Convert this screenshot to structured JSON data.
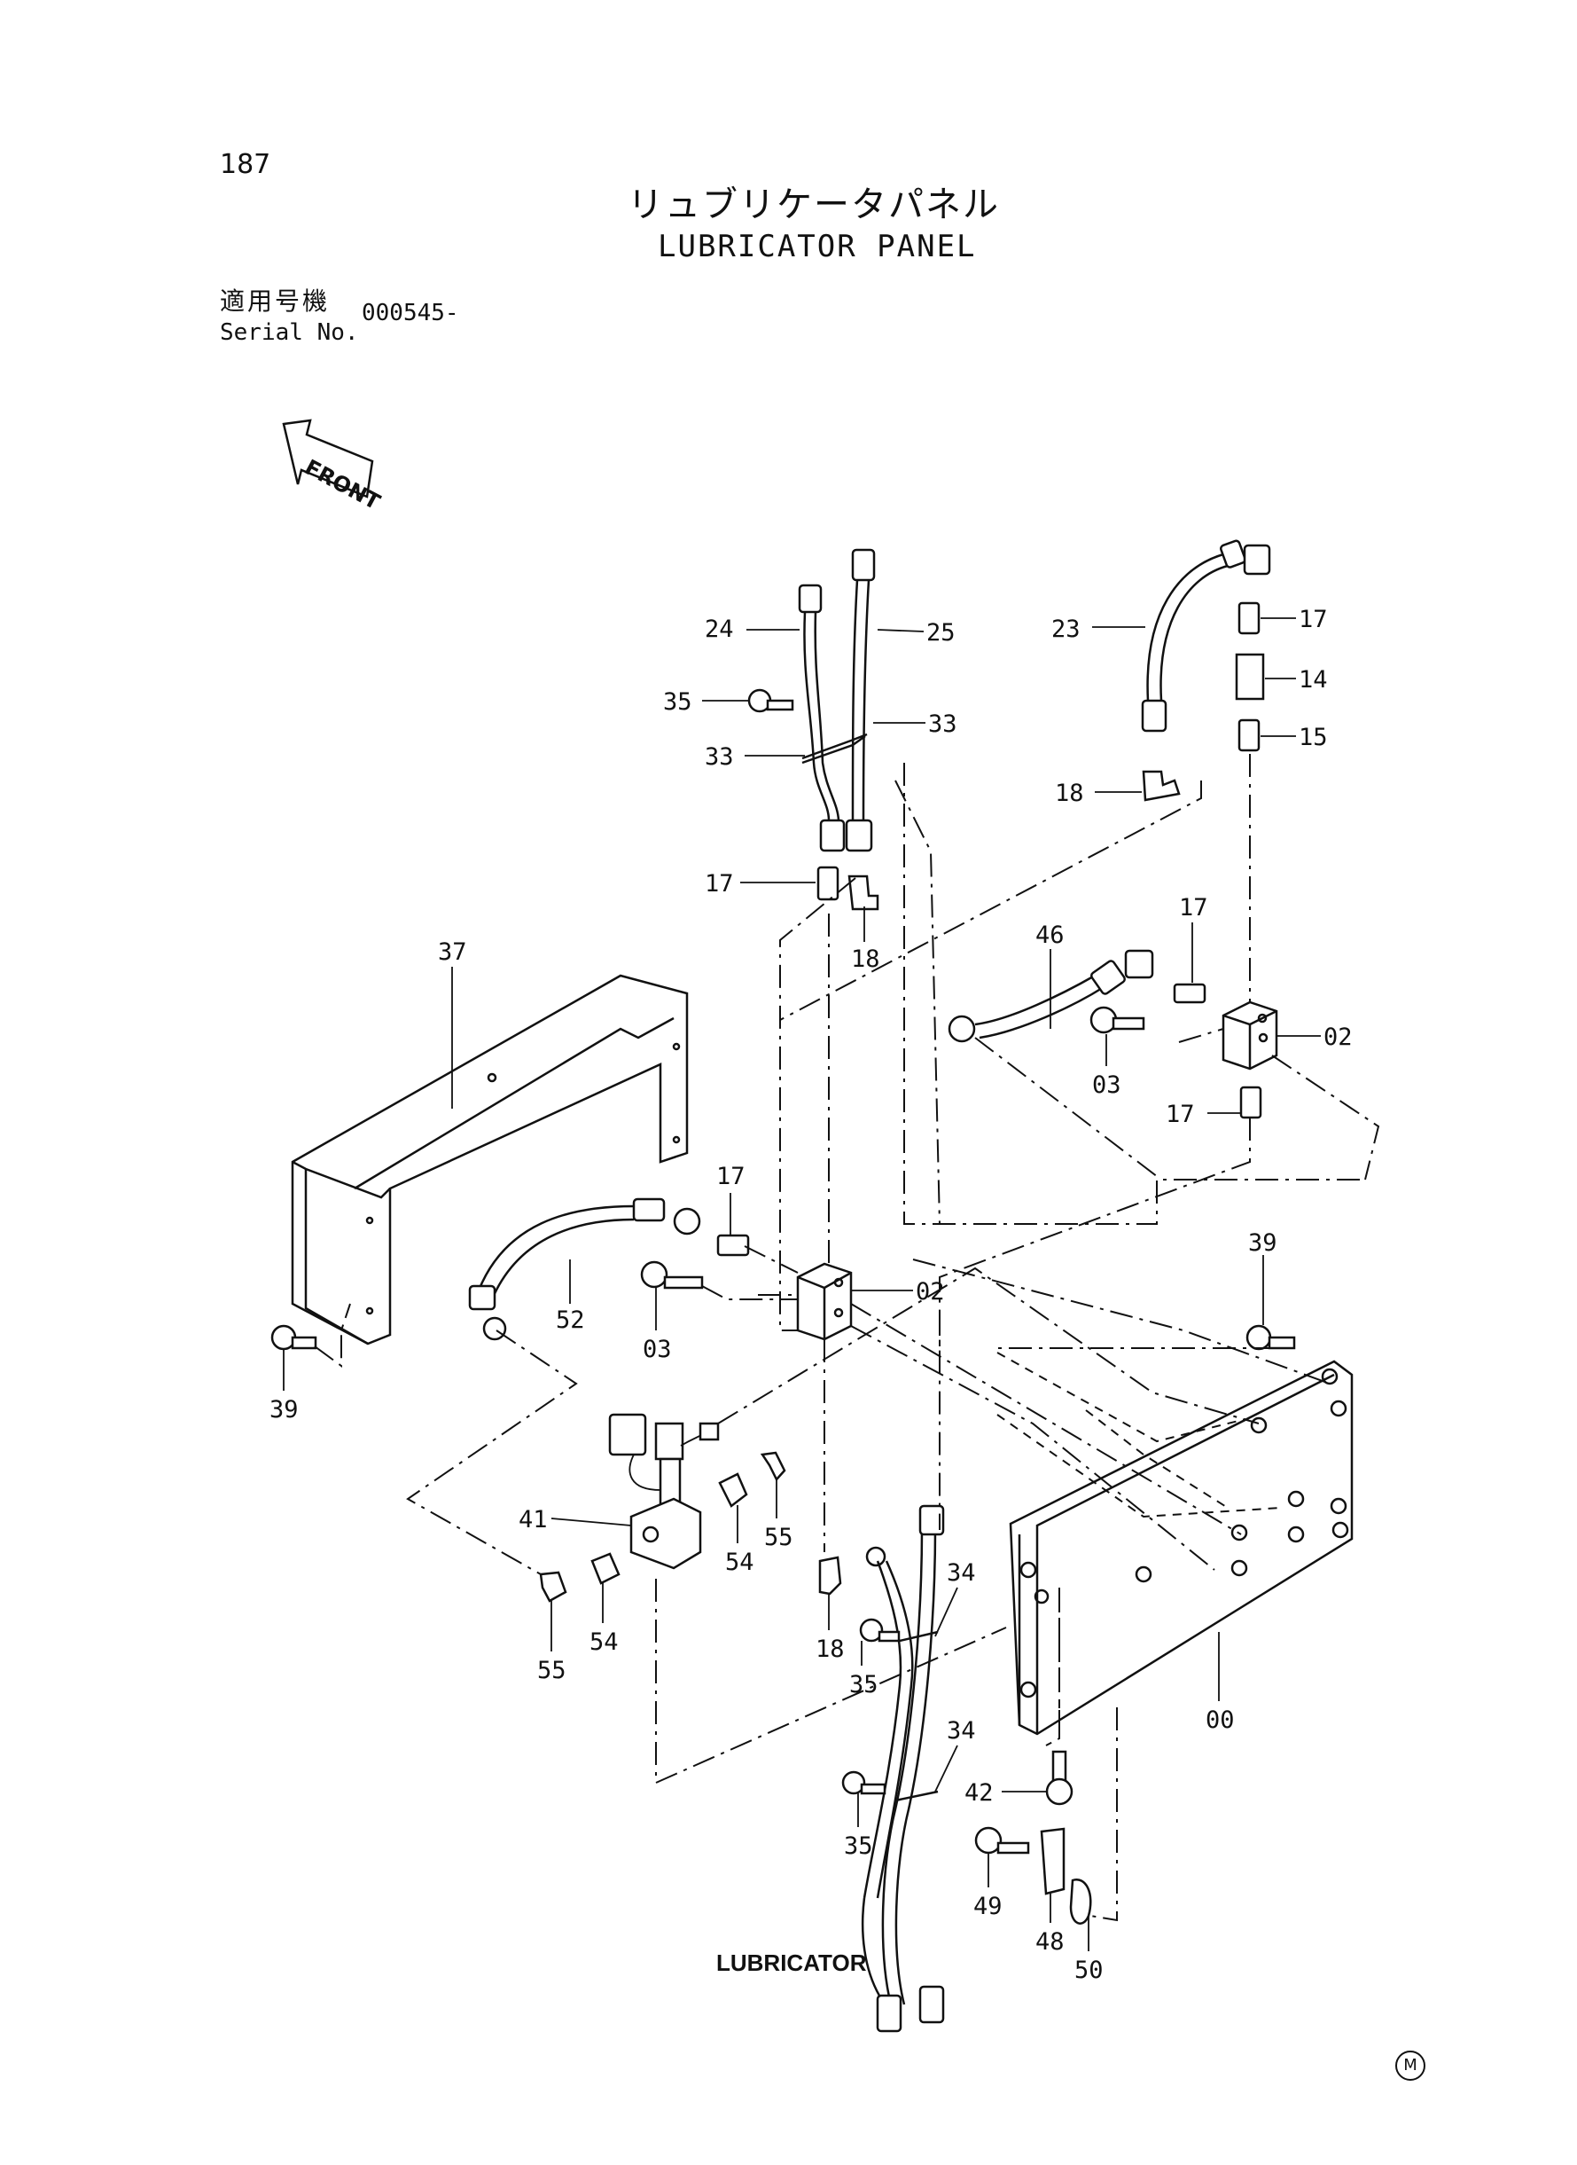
{
  "page_number": "187",
  "title_jp": "リュブリケータパネル",
  "title_en": "LUBRICATOR PANEL",
  "serial_label_jp": "適用号機",
  "serial_label_en": "Serial No.",
  "serial_value": "000545-",
  "front_label": "FRONT",
  "lubricator_label": "LUBRICATOR",
  "maker_mark": "M",
  "callouts": {
    "c24": "24",
    "c25": "25",
    "c23": "23",
    "c17a": "17",
    "c14": "14",
    "c15": "15",
    "c35a": "35",
    "c33a": "33",
    "c33b": "33",
    "c18a": "18",
    "c17b": "17",
    "c18b": "18",
    "c37": "37",
    "c46": "46",
    "c17c": "17",
    "c03a": "03",
    "c02a": "02",
    "c17d": "17",
    "c17e": "17",
    "c52": "52",
    "c02b": "02",
    "c03b": "03",
    "c39a": "39",
    "c39b": "39",
    "c41": "41",
    "c54a": "54",
    "c55a": "55",
    "c54b": "54",
    "c55b": "55",
    "c18c": "18",
    "c35b": "35",
    "c34a": "34",
    "c00": "00",
    "c34b": "34",
    "c35c": "35",
    "c42": "42",
    "c49": "49",
    "c48": "48",
    "c50": "50"
  }
}
